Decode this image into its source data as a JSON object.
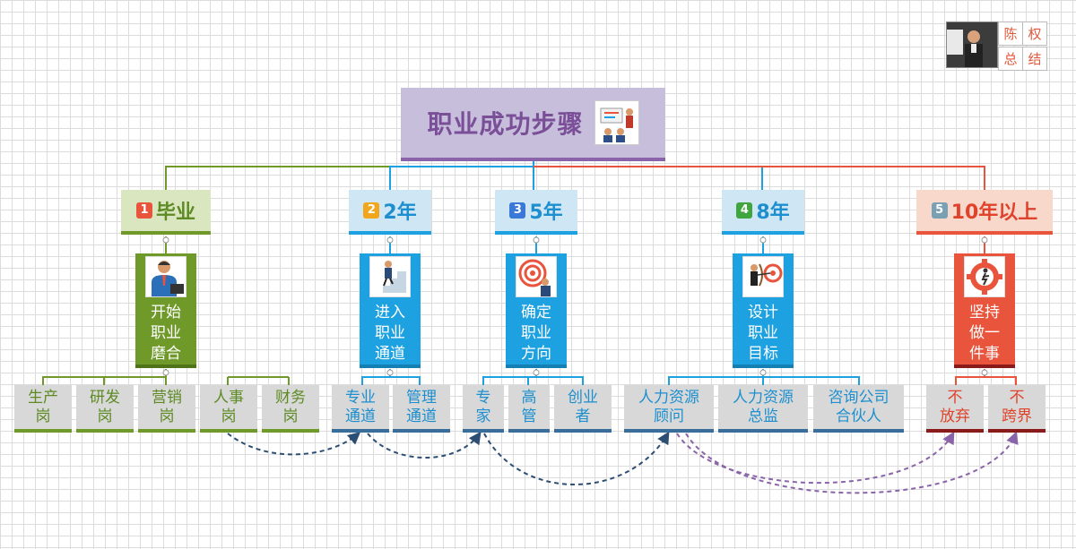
{
  "title": "职业成功步骤",
  "badge": {
    "chars": [
      "陈",
      "权",
      "总",
      "结"
    ]
  },
  "stages": [
    {
      "num": "1",
      "label": "毕业",
      "color": "#6f9a2a",
      "card_lines": [
        "开始",
        "职业",
        "磨合"
      ],
      "leaves": [
        [
          "生产",
          "岗"
        ],
        [
          "研发",
          "岗"
        ],
        [
          "营销",
          "岗"
        ],
        [
          "人事",
          "岗"
        ],
        [
          "财务",
          "岗"
        ]
      ]
    },
    {
      "num": "2",
      "label": "2年",
      "color": "#1da1e0",
      "card_lines": [
        "进入",
        "职业",
        "通道"
      ],
      "leaves": [
        [
          "专业",
          "通道"
        ],
        [
          "管理",
          "通道"
        ]
      ]
    },
    {
      "num": "3",
      "label": "5年",
      "color": "#1da1e0",
      "card_lines": [
        "确定",
        "职业",
        "方向"
      ],
      "leaves": [
        [
          "专",
          "家"
        ],
        [
          "高",
          "管"
        ],
        [
          "创业",
          "者"
        ]
      ]
    },
    {
      "num": "4",
      "label": "8年",
      "color": "#1da1e0",
      "card_lines": [
        "设计",
        "职业",
        "目标"
      ],
      "leaves": [
        [
          "人力资源",
          "顾问"
        ],
        [
          "人力资源",
          "总监"
        ],
        [
          "咨询公司",
          "合伙人"
        ]
      ]
    },
    {
      "num": "5",
      "label": "10年以上",
      "color": "#e8553c",
      "card_lines": [
        "坚持",
        "做一",
        "件事"
      ],
      "leaves": [
        [
          "不",
          "放弃"
        ],
        [
          "不",
          "跨界"
        ]
      ]
    }
  ],
  "colors": {
    "green": "#6f9a2a",
    "blue": "#1da1e0",
    "red": "#e8553c",
    "purple": "#8a64a8",
    "green_bg": "#d9e6bf",
    "blue_bg": "#cfe6f4",
    "red_bg": "#f9d8cc",
    "leaf_text_green": "#5d8a23",
    "leaf_text_blue": "#1d8fcf",
    "leaf_text_red": "#e0432b",
    "leaf_border_blue": "#3a6e9a",
    "leaf_border_red": "#8b1a1a"
  },
  "icons": [
    "presentation-icon",
    "businessman-briefcase-icon",
    "stairs-climb-icon",
    "target-icon",
    "archery-icon",
    "gear-runner-icon"
  ]
}
